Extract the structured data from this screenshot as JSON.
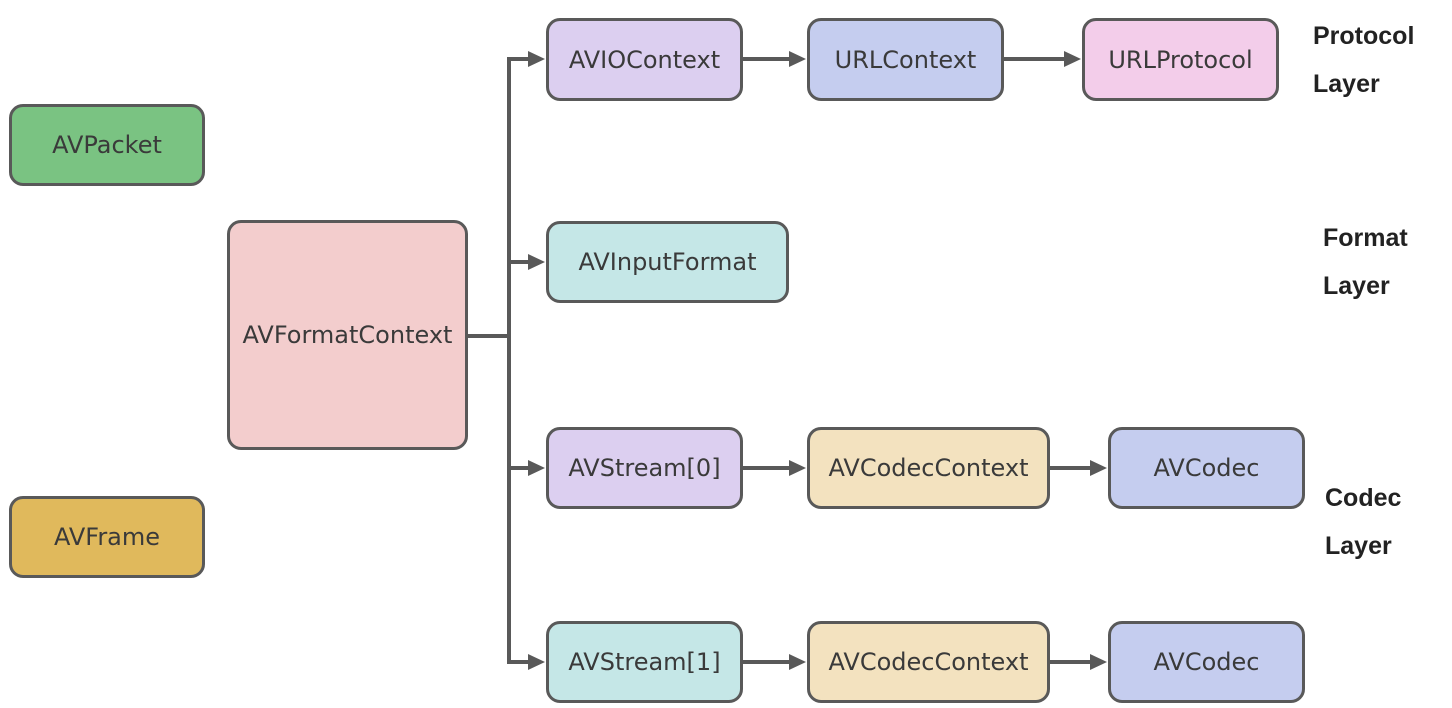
{
  "colors": {
    "green": "#7ac382",
    "gold": "#e0b95c",
    "pink": "#f3cdcd",
    "lavender": "#dccff0",
    "periwinkle": "#c5cdef",
    "mauve": "#f3cdea",
    "teal": "#c5e7e7",
    "tan": "#f3e2bf",
    "border": "#595959"
  },
  "nodes": {
    "av_packet": "AVPacket",
    "av_frame": "AVFrame",
    "av_format_context": "AVFormatContext",
    "avio_context": "AVIOContext",
    "url_context": "URLContext",
    "url_protocol": "URLProtocol",
    "av_input_format": "AVInputFormat",
    "av_stream_0": "AVStream[0]",
    "av_codec_context_0": "AVCodecContext",
    "av_codec_0": "AVCodec",
    "av_stream_1": "AVStream[1]",
    "av_codec_context_1": "AVCodecContext",
    "av_codec_1": "AVCodec"
  },
  "layers": {
    "protocol": [
      "Protocol",
      "Layer"
    ],
    "format": [
      "Format",
      "Layer"
    ],
    "codec": [
      "Codec",
      "Layer"
    ]
  }
}
